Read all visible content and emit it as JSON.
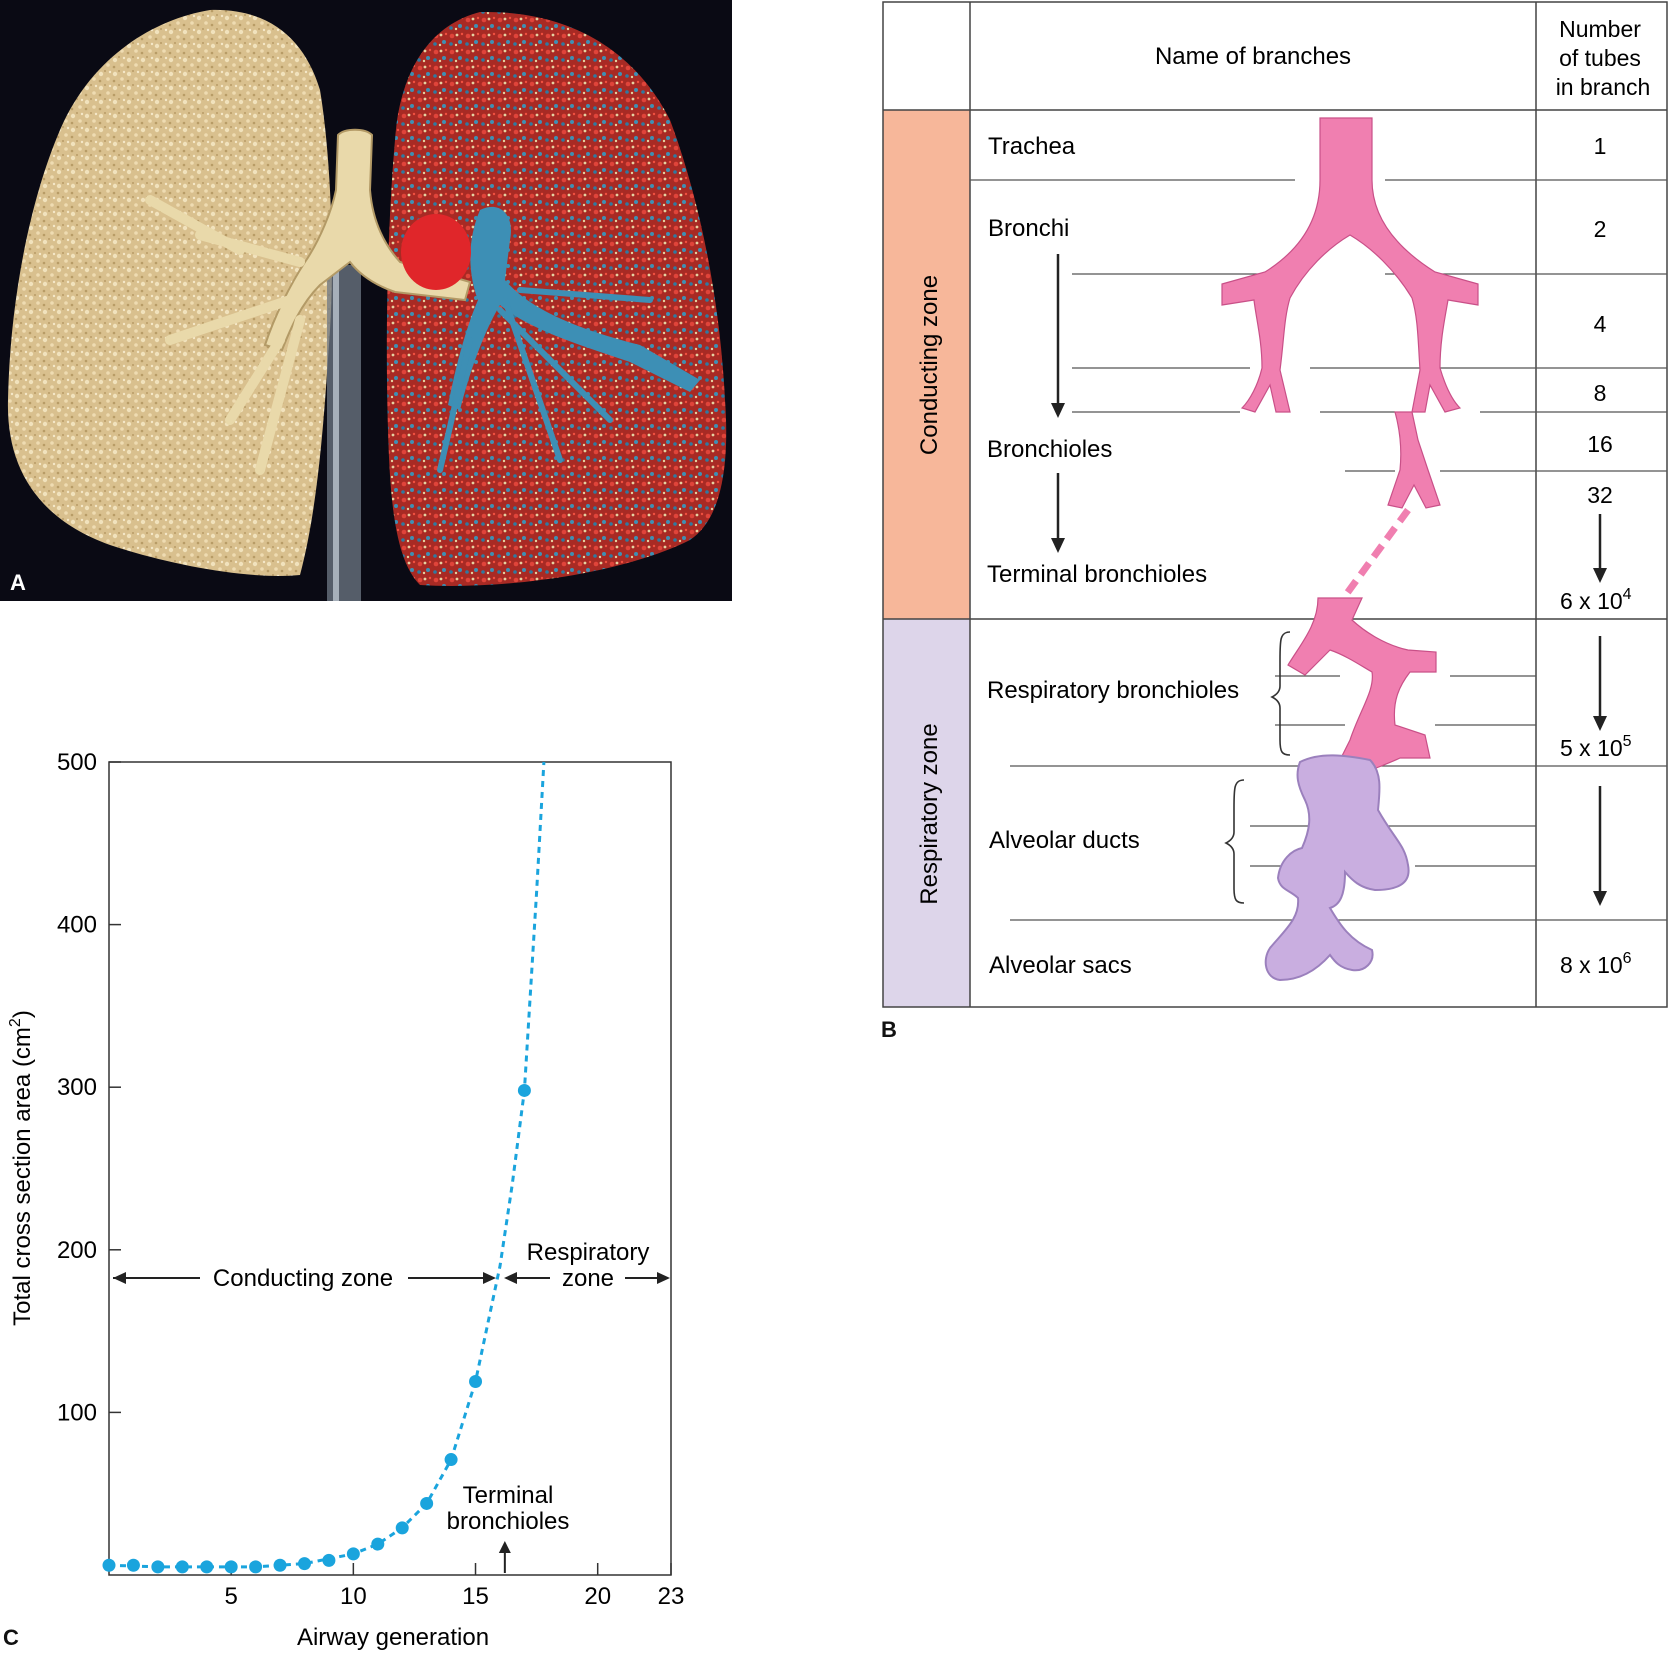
{
  "panel_a": {
    "letter": "A",
    "colors": {
      "background": "#0a0a14",
      "airway_cast": "#e6d3a6",
      "artery": "#3d8fb5",
      "vein": "#d8332a"
    }
  },
  "panel_b": {
    "letter": "B",
    "header": {
      "name_col": "Name of branches",
      "count_col": [
        "Number",
        "of tubes",
        "in branch"
      ]
    },
    "zones": {
      "conducting": "Conducting zone",
      "respiratory": "Respiratory zone"
    },
    "branches": {
      "trachea": "Trachea",
      "bronchi": "Bronchi",
      "bronchioles": "Bronchioles",
      "terminal_bronchioles": "Terminal bronchioles",
      "respiratory_bronchioles": "Respiratory bronchioles",
      "alveolar_ducts": "Alveolar ducts",
      "alveolar_sacs": "Alveolar sacs"
    },
    "counts": {
      "c1": "1",
      "c2": "2",
      "c4": "4",
      "c8": "8",
      "c16": "16",
      "c32": "32",
      "terminal_base": "6 x 10",
      "terminal_exp": "4",
      "respiratory_base": "5 x 10",
      "respiratory_exp": "5",
      "sacs_base": "8 x 10",
      "sacs_exp": "6"
    },
    "colors": {
      "conducting_fill": "#f7b79a",
      "respiratory_fill": "#ddd5ea",
      "airway_pink": "#f07fb0",
      "alveoli_purple": "#c9aee0"
    }
  },
  "panel_c": {
    "letter": "C",
    "annotations": {
      "conducting": "Conducting zone",
      "respiratory_line1": "Respiratory",
      "respiratory_line2": "zone",
      "terminal_line1": "Terminal",
      "terminal_line2": "bronchioles"
    },
    "colors": {
      "series": "#1aa4dd"
    }
  },
  "chart_data": {
    "type": "scatter",
    "xlabel": "Airway generation",
    "ylabel": "Total cross section area (cm",
    "ylabel_sup": "2",
    "ylabel_close": ")",
    "xlim": [
      0,
      23
    ],
    "ylim": [
      0,
      500
    ],
    "x_ticks": [
      5,
      10,
      15,
      20,
      23
    ],
    "y_ticks": [
      100,
      200,
      300,
      400,
      500
    ],
    "grid": false,
    "x": [
      0,
      1,
      2,
      3,
      4,
      5,
      6,
      7,
      8,
      9,
      10,
      11,
      12,
      13,
      14,
      15,
      17
    ],
    "y": [
      6,
      6,
      5,
      5,
      5,
      5,
      5,
      6,
      7,
      9,
      13,
      19,
      29,
      44,
      71,
      119,
      298
    ],
    "curve_x": [
      0,
      2,
      4,
      6,
      8,
      10,
      11,
      12,
      13,
      14,
      15,
      16,
      16.5,
      17,
      17.5,
      17.8
    ],
    "curve_y": [
      6,
      5,
      5,
      5,
      7,
      13,
      19,
      29,
      44,
      71,
      119,
      190,
      240,
      298,
      420,
      500
    ],
    "zone_boundary_x": 16,
    "terminal_bronchioles_x": 16.2
  }
}
